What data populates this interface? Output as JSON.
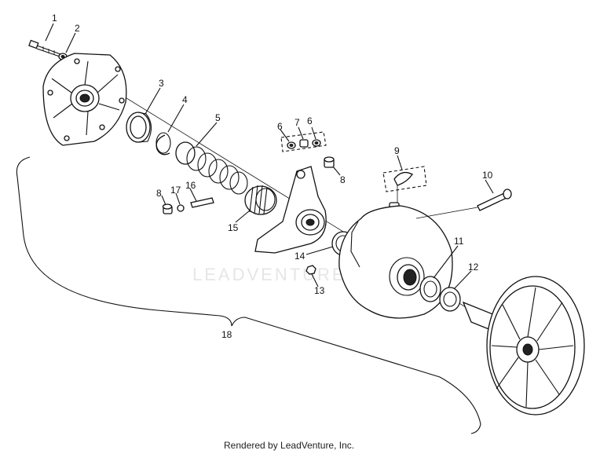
{
  "watermark": "LEADVENTURE",
  "footer": "Rendered by LeadVenture, Inc.",
  "callouts": {
    "c1": "1",
    "c2": "2",
    "c3": "3",
    "c4": "4",
    "c5": "5",
    "c6a": "6",
    "c6b": "6",
    "c7": "7",
    "c8a": "8",
    "c8b": "8",
    "c9": "9",
    "c10": "10",
    "c11": "11",
    "c12": "12",
    "c13": "13",
    "c14": "14",
    "c15": "15",
    "c16": "16",
    "c17": "17",
    "c18": "18"
  }
}
